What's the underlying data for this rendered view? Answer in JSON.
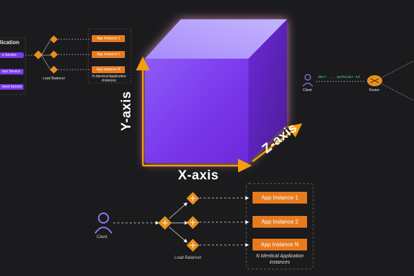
{
  "axes": {
    "x_label": "X-axis",
    "y_label": "Y-axis",
    "z_label": "Z-axis"
  },
  "left_panel": {
    "title_fragment": "lication",
    "services": [
      "e Service",
      "mer Service",
      "ment Service"
    ],
    "load_balancer_label": "Load Balancer",
    "instances": [
      "App Instance 1",
      "App Instance 2",
      "App Instance N"
    ],
    "caption": "N Identical Application instances"
  },
  "right_panel": {
    "client_label": "Client",
    "router_label": "Router",
    "request_text": "decr ... autkioer-id"
  },
  "bottom_panel": {
    "client_label": "Client",
    "load_balancer_label": "Load Balancer",
    "instances": [
      "App Instance 1",
      "App Instance 2",
      "App Instance N"
    ],
    "caption_line1": "N Identical Application",
    "caption_line2": "instances"
  },
  "colors": {
    "background": "#1b1b1d",
    "cube_front": "#7c3aed",
    "cube_top": "#a78bfa",
    "cube_side": "#5b21b6",
    "axis_arrow": "#f59e0b",
    "instance_box": "#e87a1e",
    "service_box": "#7c3aed",
    "client_icon": "#8b7cf6"
  }
}
